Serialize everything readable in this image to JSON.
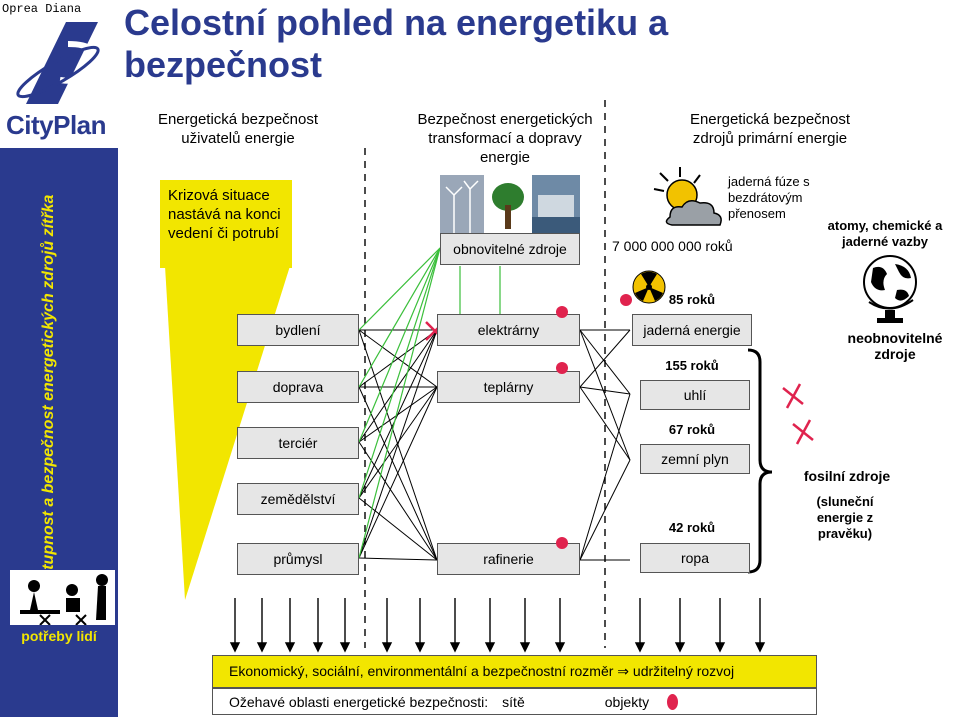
{
  "header": {
    "author": "Oprea Diana",
    "logo": "CityPlan",
    "title": "Celostní pohled na energetiku a bezpečnost"
  },
  "sidebar": {
    "vertical_text": "Dostupnost a bezpečnost energetických zdrojů zítřka",
    "needs": "potřeby lidí"
  },
  "columns": {
    "col1": "Energetická bezpečnost uživatelů energie",
    "col2": "Bezpečnost energetických transformací a dopravy energie",
    "col3": "Energetická bezpečnost zdrojů primární energie"
  },
  "crisis": "Krizová situace nastává na konci vedení či potrubí",
  "users": [
    "bydlení",
    "doprava",
    "terciér",
    "zemědělství",
    "průmysl"
  ],
  "transform": {
    "renewable": "obnovitelné zdroje",
    "elektrarny": "elektrárny",
    "teplarny": "teplárny",
    "rafinerie": "rafinerie"
  },
  "sources": {
    "sun_years": "7 000 000 000 roků",
    "fusion": "jaderná fúze s bezdrátovým přenosem",
    "atoms": "atomy, chemické a jaderné vazby",
    "nuclear_years": "85 roků",
    "nuclear": "jaderná energie",
    "coal_years": "155 roků",
    "coal": "uhlí",
    "gas_years": "67 roků",
    "gas": "zemní plyn",
    "oil_years": "42 roků",
    "oil": "ropa",
    "nonrenewable": "neobnovitelné zdroje",
    "fossil": "fosilní zdroje",
    "fossil_note": "(sluneční energie z pravěku)"
  },
  "bottom": {
    "line1": "Ekonomický, sociální, environmentální a bezpečnostní rozměr ⇒ udržitelný rozvoj",
    "line2_label": "Ožehavé oblasti energetické bezpečnosti:",
    "networks": "sítě",
    "objects": "objekty"
  },
  "colors": {
    "blue": "#2a3a8e",
    "yellow": "#f2e600",
    "red": "#e0234e",
    "green": "#3bbf3b"
  }
}
